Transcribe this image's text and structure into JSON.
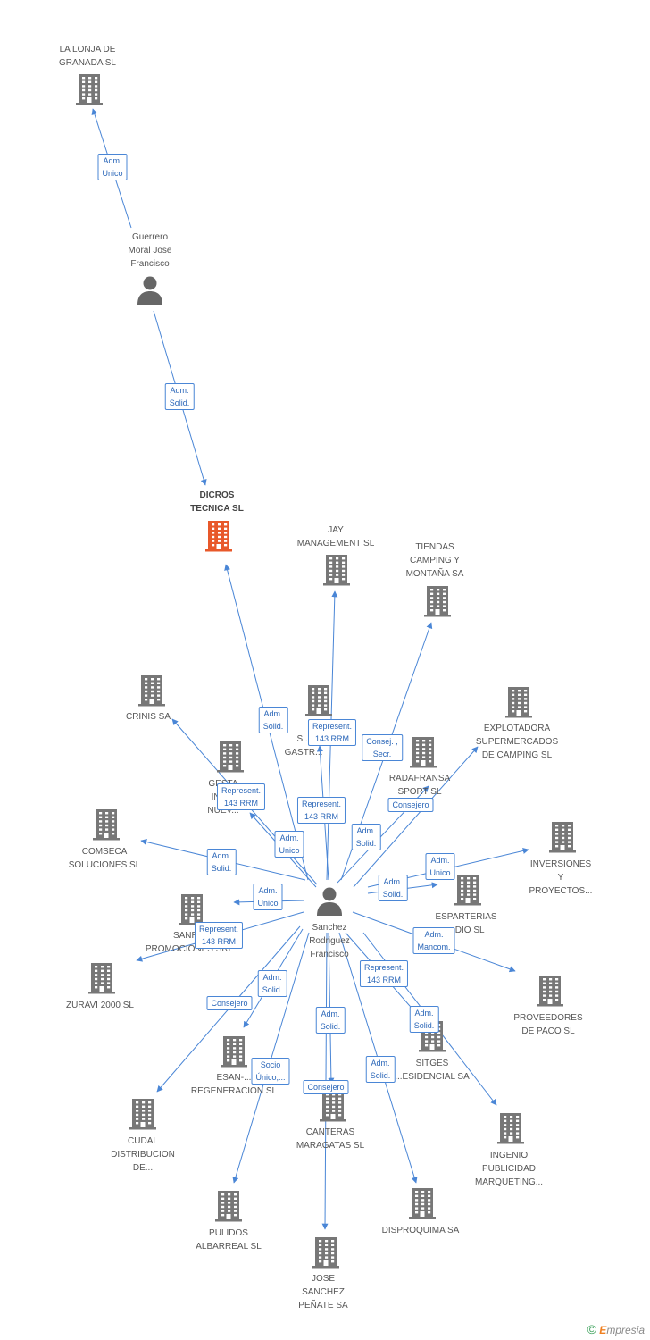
{
  "colors": {
    "edge": "#4a86d6",
    "building": "#777777",
    "focus_building": "#e8582a",
    "person": "#666666",
    "label_border": "#4a86d6"
  },
  "footer": {
    "copyright": "©",
    "brand_first": "E",
    "brand_rest": "mpresia"
  },
  "nodes": [
    {
      "id": "lonja",
      "type": "company",
      "label": "LA LONJA DE\nGRANADA SL"
    },
    {
      "id": "guerrero",
      "type": "person",
      "label": "Guerrero\nMoral Jose\nFrancisco"
    },
    {
      "id": "dicros",
      "type": "company-focus",
      "label": "DICROS\nTECNICA SL"
    },
    {
      "id": "jay",
      "type": "company",
      "label": "JAY\nMANAGEMENT SL"
    },
    {
      "id": "tiendas",
      "type": "company",
      "label": "TIENDAS\nCAMPING Y\nMONTAÑA SA"
    },
    {
      "id": "crinis",
      "type": "company",
      "label": "CRINIS SA"
    },
    {
      "id": "gastr",
      "type": "company",
      "label": "S...\nGASTR..."
    },
    {
      "id": "explotadora",
      "type": "company",
      "label": "EXPLOTADORA\nSUPERMERCADOS\nDE CAMPING SL"
    },
    {
      "id": "gesta",
      "type": "company",
      "label": "GESTA\nINM...\nNUEV..."
    },
    {
      "id": "radafransa",
      "type": "company",
      "label": "RADAFRANSA\nSPORT SL"
    },
    {
      "id": "comseca",
      "type": "company",
      "label": "COMSECA\nSOLUCIONES  SL"
    },
    {
      "id": "inversiones",
      "type": "company",
      "label": "INVERSIONES\nY\nPROYECTOS..."
    },
    {
      "id": "sanrosa",
      "type": "company",
      "label": "SANR...\nPROMOCIONES SRL"
    },
    {
      "id": "esparterias",
      "type": "company",
      "label": "ESPARTERIAS\n...DIO  SL"
    },
    {
      "id": "sanchez",
      "type": "person",
      "label": "Sanchez\nRodriguez\nFrancisco"
    },
    {
      "id": "zuravi",
      "type": "company",
      "label": "ZURAVI 2000 SL"
    },
    {
      "id": "proveedores",
      "type": "company",
      "label": "PROVEEDORES\nDE PACO SL"
    },
    {
      "id": "esan",
      "type": "company",
      "label": "ESAN-...\nREGENERACION SL"
    },
    {
      "id": "sitges",
      "type": "company",
      "label": "SITGES\n...ESIDENCIAL SA"
    },
    {
      "id": "cudal",
      "type": "company",
      "label": "CUDAL\nDISTRIBUCION\nDE..."
    },
    {
      "id": "canteras",
      "type": "company",
      "label": "CANTERAS\nMARAGATAS SL"
    },
    {
      "id": "ingenio",
      "type": "company",
      "label": "INGENIO\nPUBLICIDAD\nMARQUETING..."
    },
    {
      "id": "pulidos",
      "type": "company",
      "label": "PULIDOS\nALBARREAL  SL"
    },
    {
      "id": "disproquima",
      "type": "company",
      "label": "DISPROQUIMA SA"
    },
    {
      "id": "jose",
      "type": "company",
      "label": "JOSE\nSANCHEZ\nPEÑATE SA"
    }
  ],
  "edges": [
    {
      "from": "guerrero",
      "to": "lonja",
      "label": "Adm.\nUnico"
    },
    {
      "from": "guerrero",
      "to": "dicros",
      "label": "Adm.\nSolid."
    },
    {
      "from": "sanchez",
      "to": "dicros",
      "label": "Adm.\nSolid."
    },
    {
      "from": "sanchez",
      "to": "jay",
      "label": "Represent.\n143 RRM"
    },
    {
      "from": "sanchez",
      "to": "tiendas",
      "label": "Consej. ,\nSecr."
    },
    {
      "from": "sanchez",
      "to": "crinis",
      "label": "Represent.\n143 RRM"
    },
    {
      "from": "sanchez",
      "to": "gastr",
      "label": "Represent.\n143 RRM"
    },
    {
      "from": "sanchez",
      "to": "explotadora",
      "label": "Consejero"
    },
    {
      "from": "sanchez",
      "to": "gesta",
      "label": "Adm.\nUnico"
    },
    {
      "from": "sanchez",
      "to": "radafransa",
      "label": "Adm.\nSolid."
    },
    {
      "from": "sanchez",
      "to": "comseca",
      "label": "Adm.\nSolid."
    },
    {
      "from": "sanchez",
      "to": "inversiones",
      "label": "Adm.\nUnico"
    },
    {
      "from": "sanchez",
      "to": "sanrosa",
      "label": "Adm.\nUnico"
    },
    {
      "from": "sanchez",
      "to": "esparterias",
      "label": "Adm.\nSolid."
    },
    {
      "from": "sanchez",
      "to": "zuravi",
      "label": "Represent.\n143 RRM"
    },
    {
      "from": "sanchez",
      "to": "proveedores",
      "label": "Adm.\nMancom."
    },
    {
      "from": "sanchez",
      "to": "esan",
      "label": "Adm.\nSolid."
    },
    {
      "from": "sanchez",
      "to": "sitges",
      "label": "Represent.\n143 RRM"
    },
    {
      "from": "sanchez",
      "to": "cudal",
      "label": "Consejero"
    },
    {
      "from": "sanchez",
      "to": "canteras",
      "label": "Adm.\nSolid."
    },
    {
      "from": "sanchez",
      "to": "ingenio",
      "label": "Adm.\nSolid."
    },
    {
      "from": "sanchez",
      "to": "pulidos",
      "label": "Socio\nÚnico,..."
    },
    {
      "from": "sanchez",
      "to": "disproquima",
      "label": "Adm.\nSolid."
    },
    {
      "from": "sanchez",
      "to": "jose",
      "label": "Consejero"
    }
  ]
}
